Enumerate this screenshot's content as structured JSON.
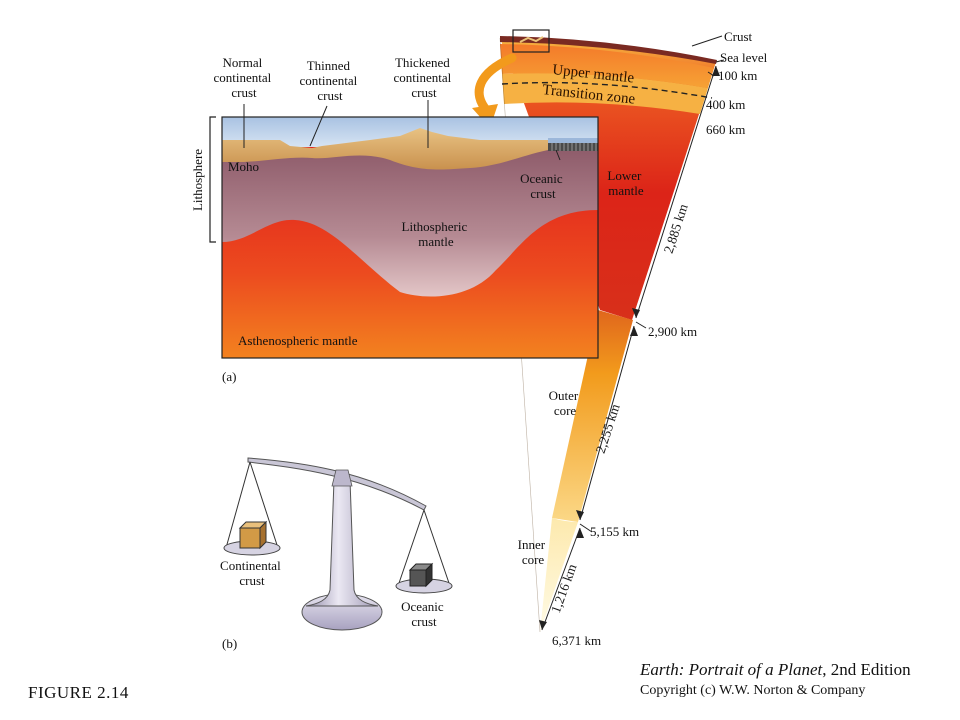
{
  "labels": {
    "normal_crust": [
      "Normal",
      "continental",
      "crust"
    ],
    "thinned_crust": [
      "Thinned",
      "continental",
      "crust"
    ],
    "thickened_crust": [
      "Thickened",
      "continental",
      "crust"
    ],
    "lithosphere": "Lithosphere",
    "moho": "Moho",
    "oceanic_crust": [
      "Oceanic",
      "crust"
    ],
    "lithospheric_mantle": [
      "Lithospheric",
      "mantle"
    ],
    "asthenospheric_mantle": "Asthenospheric mantle",
    "part_a": "(a)",
    "part_b": "(b)",
    "continental_crust_b": [
      "Continental",
      "crust"
    ],
    "oceanic_crust_b": [
      "Oceanic",
      "crust"
    ],
    "crust": "Crust",
    "sea_level": "Sea level",
    "upper_mantle": "Upper mantle",
    "transition_zone": "Transition zone",
    "lower_mantle": [
      "Lower",
      "mantle"
    ],
    "outer_core": [
      "Outer",
      "core"
    ],
    "inner_core": [
      "Inner",
      "core"
    ]
  },
  "depths": {
    "d100": "100 km",
    "d400": "400 km",
    "d660": "660 km",
    "d2900": "2,900 km",
    "d5155": "5,155 km",
    "d6371": "6,371 km"
  },
  "thickness": {
    "mantle": "2,885 km",
    "outer_core": "2,255 km",
    "inner_core": "1,216 km"
  },
  "figure_label": "FIGURE 2.14",
  "book": {
    "title": "Earth: Portrait of a Planet",
    "edition": ", 2nd Edition",
    "copyright": "Copyright (c) W.W. Norton & Company"
  },
  "colors": {
    "sky": "#b8cde6",
    "continental_crust": "#d9a865",
    "lithospheric_mantle": "#9a6b78",
    "asthenosphere": "#e02a1e",
    "outer_core": "#f2a21c",
    "inner_core": "#fdf4c4"
  }
}
